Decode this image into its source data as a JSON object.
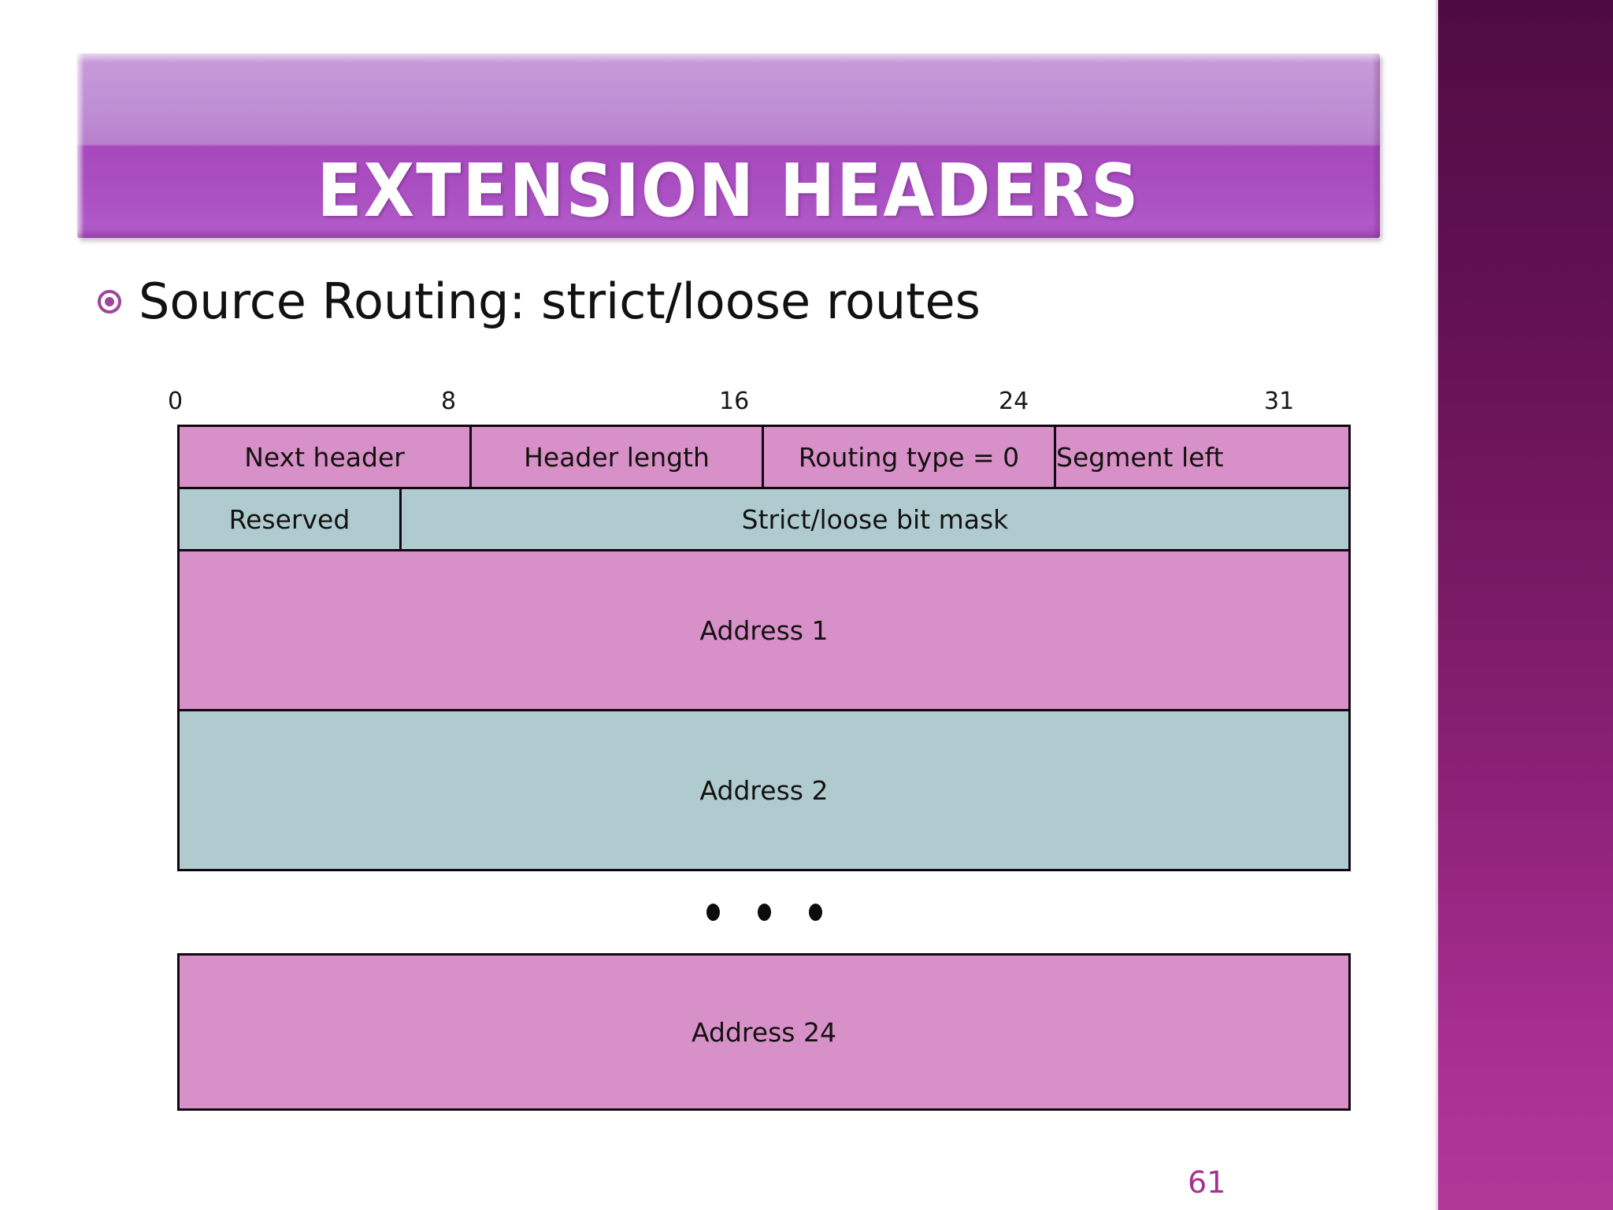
{
  "slide": {
    "title": "EXTENSION HEADERS",
    "page_number": "61",
    "bullet": {
      "icon": "target-bullet-icon",
      "text": "Source Routing:  strict/loose routes"
    }
  },
  "theme": {
    "title_banner_light": "#C9A0DA",
    "title_banner_dark": "#A549BD",
    "sidebar_top": "#4D0B41",
    "sidebar_bottom": "#B03897",
    "bullet_accent": "#A0469B",
    "page_number_color": "#A3328E",
    "cell_pink": "#D890C8",
    "cell_teal": "#B0CBCF",
    "cell_border": "#12060F",
    "background": "#FFFFFF"
  },
  "chart_data": {
    "type": "table",
    "title": "IPv6 Source Routing extension header layout",
    "bit_ruler": {
      "ticks": [
        "0",
        "8",
        "16",
        "24",
        "31"
      ],
      "positions_pct": [
        0,
        25,
        50,
        75,
        97
      ]
    },
    "rows": [
      {
        "name": "row-1",
        "color": "#D890C8",
        "cells": [
          {
            "label": "Next header",
            "width_pct": 25,
            "color": "#D890C8"
          },
          {
            "label": "Header length",
            "width_pct": 25,
            "color": "#D890C8"
          },
          {
            "label": "Routing type = 0",
            "width_pct": 25,
            "color": "#D890C8"
          },
          {
            "label": "Segment left",
            "width_pct": 25,
            "color": "#D890C8"
          }
        ]
      },
      {
        "name": "row-2",
        "color": "#B0CBCF",
        "cells": [
          {
            "label": "Reserved",
            "width_pct": 19,
            "color": "#B0CBCF"
          },
          {
            "label": "Strict/loose bit mask",
            "width_pct": 81,
            "color": "#B0CBCF"
          }
        ]
      },
      {
        "name": "row-address-1",
        "color": "#D890C8",
        "cells": [
          {
            "label": "Address 1",
            "width_pct": 100,
            "color": "#D890C8"
          }
        ]
      },
      {
        "name": "row-address-2",
        "color": "#B0CBCF",
        "cells": [
          {
            "label": "Address 2",
            "width_pct": 100,
            "color": "#B0CBCF"
          }
        ]
      }
    ],
    "ellipsis": {
      "dots": 3,
      "meaning": "continues"
    },
    "final_row": {
      "name": "row-address-24",
      "label": "Address 24",
      "color": "#D890C8"
    }
  }
}
